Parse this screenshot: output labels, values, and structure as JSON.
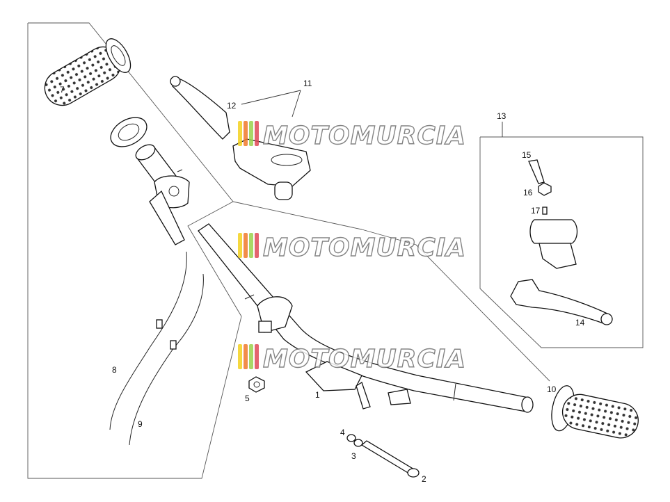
{
  "watermark": {
    "text": "MOTOMURCIA",
    "stripe_colors": [
      "#f4d21f",
      "#f07a2c",
      "#9bd24d",
      "#e04a56"
    ]
  },
  "callouts": {
    "c1": "1",
    "c2": "2",
    "c3": "3",
    "c4": "4",
    "c5": "5",
    "c7": "7",
    "c8": "8",
    "c9": "9",
    "c10": "10",
    "c11": "11",
    "c12": "12",
    "c13": "13",
    "c14": "14",
    "c15": "15",
    "c16": "16",
    "c17": "17"
  }
}
